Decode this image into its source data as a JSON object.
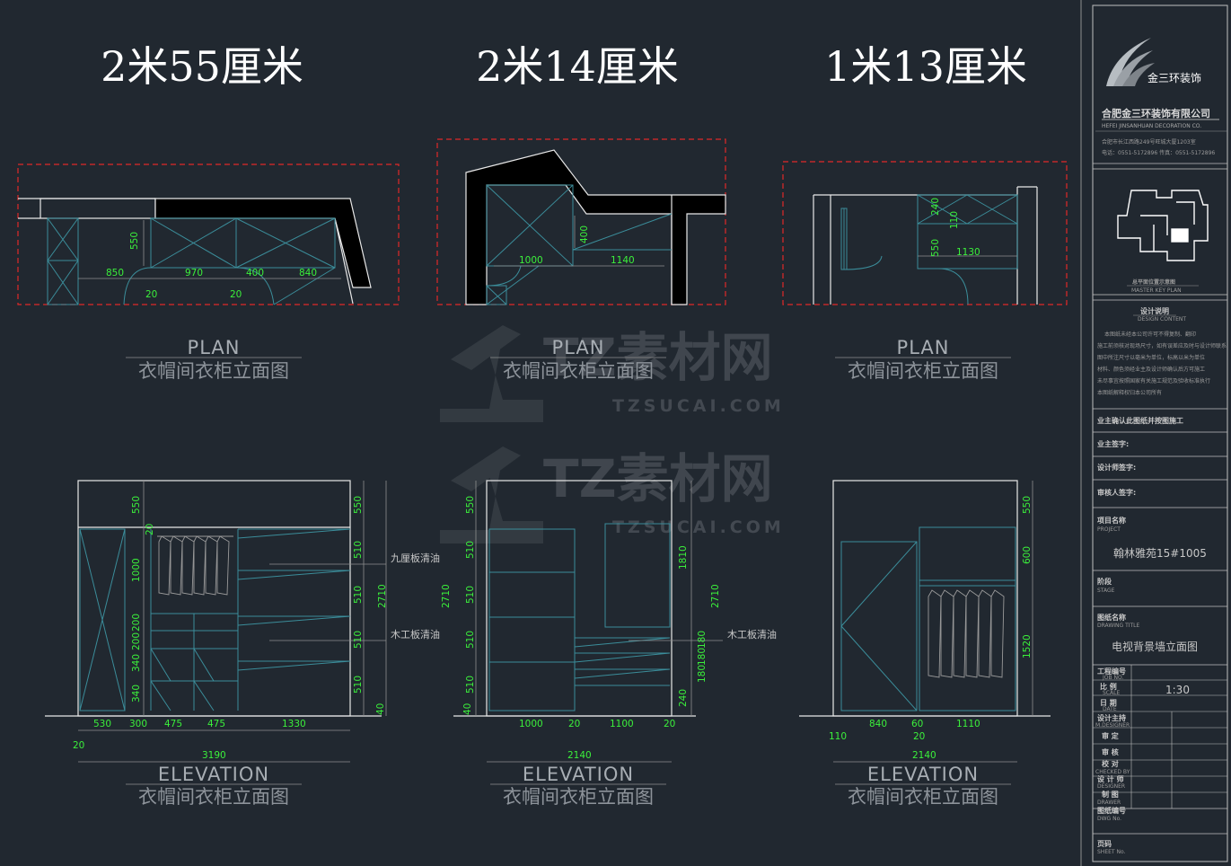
{
  "titles": [
    "2米55厘米",
    "2米14厘米",
    "1米13厘米"
  ],
  "plan_label": "PLAN",
  "elevation_label": "ELEVATION",
  "view_subtitle": "衣帽间衣柜立面图",
  "watermark": {
    "brand": "TZ素材网",
    "site": "TZSUCAI.COM"
  },
  "plan_dims": {
    "p1": [
      "550",
      "850",
      "970",
      "400",
      "840",
      "20",
      "20"
    ],
    "p2": [
      "1000",
      "400",
      "1140"
    ],
    "p3": [
      "240",
      "110",
      "550",
      "1130"
    ]
  },
  "elev_dims": {
    "e1_right": [
      "550",
      "510",
      "510",
      "510",
      "510",
      "40"
    ],
    "e1_total": "2710",
    "e1_left": [
      "550",
      "20",
      "1000",
      "200",
      "200",
      "340",
      "340"
    ],
    "e1_bottom": [
      "530",
      "300",
      "475",
      "475",
      "1330"
    ],
    "e1_extra": "20",
    "e1_width": "3190",
    "e2_left": [
      "550",
      "510",
      "510",
      "510",
      "510",
      "40"
    ],
    "e2_left_total": "2710",
    "e2_right": [
      "1810",
      "180",
      "180",
      "180",
      "240"
    ],
    "e2_right_total": "2710",
    "e2_bottom": [
      "1000",
      "20",
      "1100",
      "20"
    ],
    "e2_width": "2140",
    "e3_right": [
      "550",
      "600",
      "1520"
    ],
    "e3_bottom": [
      "840",
      "60",
      "1110"
    ],
    "e3_extra": [
      "110",
      "20"
    ],
    "e3_width": "2140"
  },
  "notes": {
    "nine_board": "九厘板清油",
    "wood_board": "木工板清油"
  },
  "title_block": {
    "logo_text": "金三环装饰",
    "company_cn": "合肥金三环装饰有限公司",
    "company_en": "HEFEI JINSANHUAN DECORATION CO.",
    "address": "合肥市长江西路249号旺城大厦1203室",
    "phone": "电话：0551-5172896   传真：0551-5172896",
    "key_plan_cn": "总平面位置示意图",
    "key_plan_en": "MASTER KEY PLAN",
    "design_cn": "设计说明",
    "design_en": "DESIGN CONTENT",
    "design_lines": [
      "本图纸未经本公司许可不得复制、翻印",
      "施工前须核对现场尺寸，如有误差应及时与设计师联系",
      "图中所注尺寸以毫米为单位，标高以米为单位",
      "材料、颜色须经业主及设计师确认后方可施工",
      "未尽事宜按照国家有关施工规范及验收标准执行",
      "本图纸解释权归本公司所有"
    ],
    "confirm": "业主确认此图纸并按图施工",
    "owner_sign": "业主签字:",
    "designer_sign": "设计师签字:",
    "reviewer_sign": "审核人签字:",
    "project_cn": "项目名称",
    "project_en": "PROJECT",
    "project_value": "翰林雅苑15#1005",
    "stage_cn": "阶段",
    "stage_en": "STAGE",
    "drawing_cn": "图纸名称",
    "drawing_en": "DRAWING TITLE",
    "drawing_value": "电视背景墙立面图",
    "jobno_cn": "工程编号",
    "jobno_en": "JOB NO.",
    "scale_cn": "比 例",
    "scale_en": "SCALE",
    "scale_value": "1:30",
    "date_cn": "日 期",
    "date_en": "DATE",
    "designer_cn": "设计主持",
    "designer_en": "M.DESIGNER",
    "audit_cn": "审 定",
    "check_cn": "审 核",
    "checked_cn": "校 对",
    "checked_en": "CHECKED BY",
    "design2_cn": "设 计 师",
    "design2_en": "DESIGNER",
    "draw_cn": "制 图",
    "draw_en": "DRAWER",
    "dwg_cn": "图纸编号",
    "dwg_en": "DWG No.",
    "sheet_cn": "页码",
    "sheet_en": "SHEET No."
  }
}
